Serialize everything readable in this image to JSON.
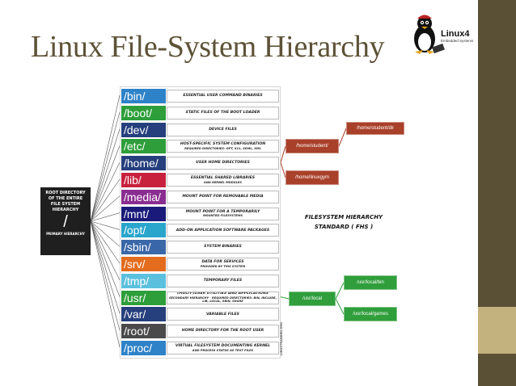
{
  "title": "Linux File-System Hierarchy",
  "logo": {
    "brand": "Linux4",
    "tagline": "Embedded Systems"
  },
  "root": {
    "lines": [
      "ROOT DIRECTORY",
      "OF THE ENTIRE",
      "FILE SYSTEM",
      "HIERARCHY"
    ],
    "symbol": "/",
    "caption": "PRIMARY HIERARCHY"
  },
  "directories": [
    {
      "path": "/bin/",
      "color": "#2e82c8",
      "desc": "ESSENTIAL USER COMMAND BINARIES",
      "sub": ""
    },
    {
      "path": "/boot/",
      "color": "#2d9e3a",
      "desc": "STATIC FILES OF THE BOOT LOADER",
      "sub": ""
    },
    {
      "path": "/dev/",
      "color": "#263f7d",
      "desc": "DEVICE FILES",
      "sub": ""
    },
    {
      "path": "/etc/",
      "color": "#2d9e3a",
      "desc": "HOST-SPECIFIC SYSTEM CONFIGURATION",
      "sub": "REQUIRED DIRECTORIES: OPT, X11, SGML, XML"
    },
    {
      "path": "/home/",
      "color": "#263f7d",
      "desc": "USER HOME DIRECTORIES",
      "sub": ""
    },
    {
      "path": "/lib/",
      "color": "#c8213d",
      "desc": "ESSENTIAL SHARED LIBRARIES",
      "sub": "AND KERNEL MODULES"
    },
    {
      "path": "/media/",
      "color": "#8a2d91",
      "desc": "MOUNT POINT FOR REMOVABLE MEDIA",
      "sub": ""
    },
    {
      "path": "/mnt/",
      "color": "#1a1a7a",
      "desc": "MOUNT POINT FOR A TEMPORARILY",
      "sub": "MOUNTED FILESYSTEMS"
    },
    {
      "path": "/opt/",
      "color": "#2aa5cc",
      "desc": "ADD-ON APPLICATION SOFTWARE PACKAGES",
      "sub": ""
    },
    {
      "path": "/sbin/",
      "color": "#3a67a8",
      "desc": "SYSTEM BINARIES",
      "sub": ""
    },
    {
      "path": "/srv/",
      "color": "#e36c1f",
      "desc": "DATA FOR SERVICES",
      "sub": "PROVIDED BY THIS SYSTEM"
    },
    {
      "path": "/tmp/",
      "color": "#5bc0de",
      "desc": "TEMPORARY FILES",
      "sub": ""
    },
    {
      "path": "/usr/",
      "color": "#2d9e3a",
      "desc": "(MULTI-)USER UTILITIES AND APPLICATIONS",
      "sub": "SECONDARY HIERARCHY · REQUIRED DIRECTORIES: BIN, INCLUDE, LIB, LOCAL, SBIN, SHARE"
    },
    {
      "path": "/var/",
      "color": "#263f7d",
      "desc": "VARIABLE FILES",
      "sub": ""
    },
    {
      "path": "/root/",
      "color": "#4a4a4a",
      "desc": "HOME DIRECTORY FOR THE ROOT USER",
      "sub": ""
    },
    {
      "path": "/proc/",
      "color": "#2e82c8",
      "desc": "VIRTUAL FILESYSTEM DOCUMENTING KERNEL",
      "sub": "AND PROCESS STATUS AS TEXT FILES"
    }
  ],
  "table_caption": "LINUXTRAINING.ORG",
  "home_tree": {
    "student": "/home/student/",
    "student_dir": "/home/student/dir",
    "linuxgym": "/home/linuxgym"
  },
  "usr_tree": {
    "local": "/usr/local",
    "local_bin": "/usr/local/bin",
    "local_games": "/usr/local/games"
  },
  "standard": {
    "line1": "FILESYSTEM HIERARCHY",
    "line2": "STANDARD ( FHS )"
  },
  "colors": {
    "accent_dark": "#5a5036",
    "accent_light": "#c3b27d",
    "title": "#5d5237",
    "red_box": "#a9402a",
    "green_box": "#2f9e3b"
  }
}
